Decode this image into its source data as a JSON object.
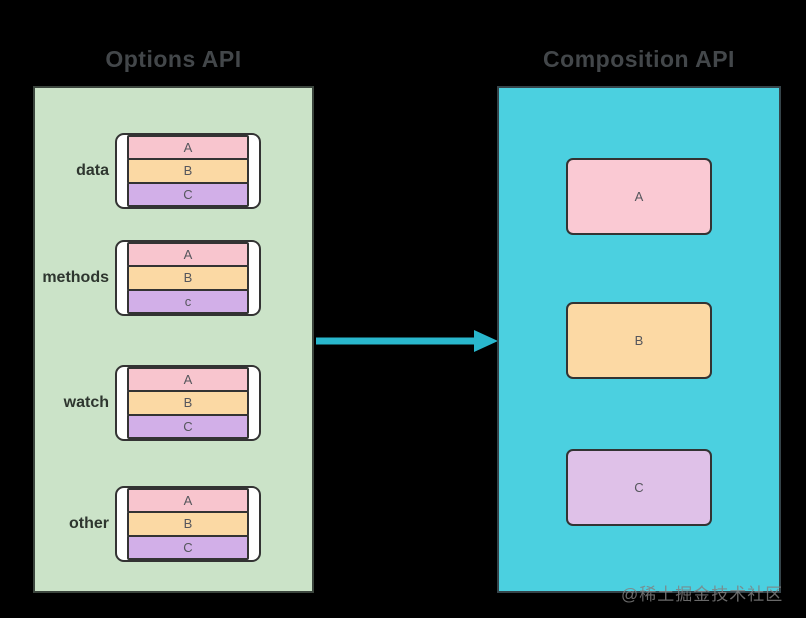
{
  "titles": {
    "left": "Options API",
    "right": "Composition API"
  },
  "left_panel": {
    "groups": [
      {
        "label": "data",
        "items": [
          "A",
          "B",
          "C"
        ]
      },
      {
        "label": "methods",
        "items": [
          "A",
          "B",
          "c"
        ]
      },
      {
        "label": "watch",
        "items": [
          "A",
          "B",
          "C"
        ]
      },
      {
        "label": "other",
        "items": [
          "A",
          "B",
          "C"
        ]
      }
    ]
  },
  "right_panel": {
    "boxes": [
      {
        "label": "A"
      },
      {
        "label": "B"
      },
      {
        "label": "C"
      }
    ]
  },
  "watermark": "@稀土掘金技术社区",
  "colors": {
    "background": "#000000",
    "left_panel_bg": "#cbe3c8",
    "right_panel_bg": "#4bd0e0",
    "arrow": "#29b7cd",
    "bar_a": "#f8c5ce",
    "bar_b": "#fbd9a4",
    "bar_c": "#d2afe8",
    "box_a": "#fac9d3",
    "box_b": "#fcd9a4",
    "box_c": "#dfc1e8",
    "border": "#333333"
  }
}
